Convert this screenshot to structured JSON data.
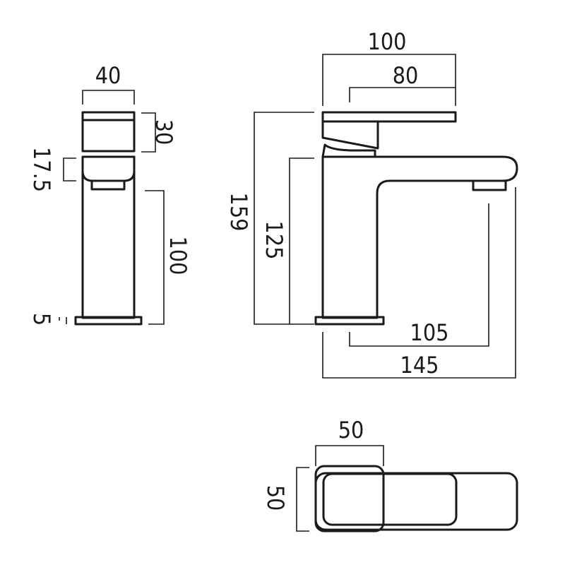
{
  "side_view": {
    "width": "40",
    "handle_height": "30",
    "spout_offset": "17.5",
    "body_height": "100",
    "base_height": "5"
  },
  "front_view": {
    "overall_width": "100",
    "handle_width": "80",
    "overall_height": "159",
    "spout_height": "125",
    "spout_projection": "105",
    "overall_depth": "145"
  },
  "top_view": {
    "width": "50",
    "depth": "50"
  }
}
